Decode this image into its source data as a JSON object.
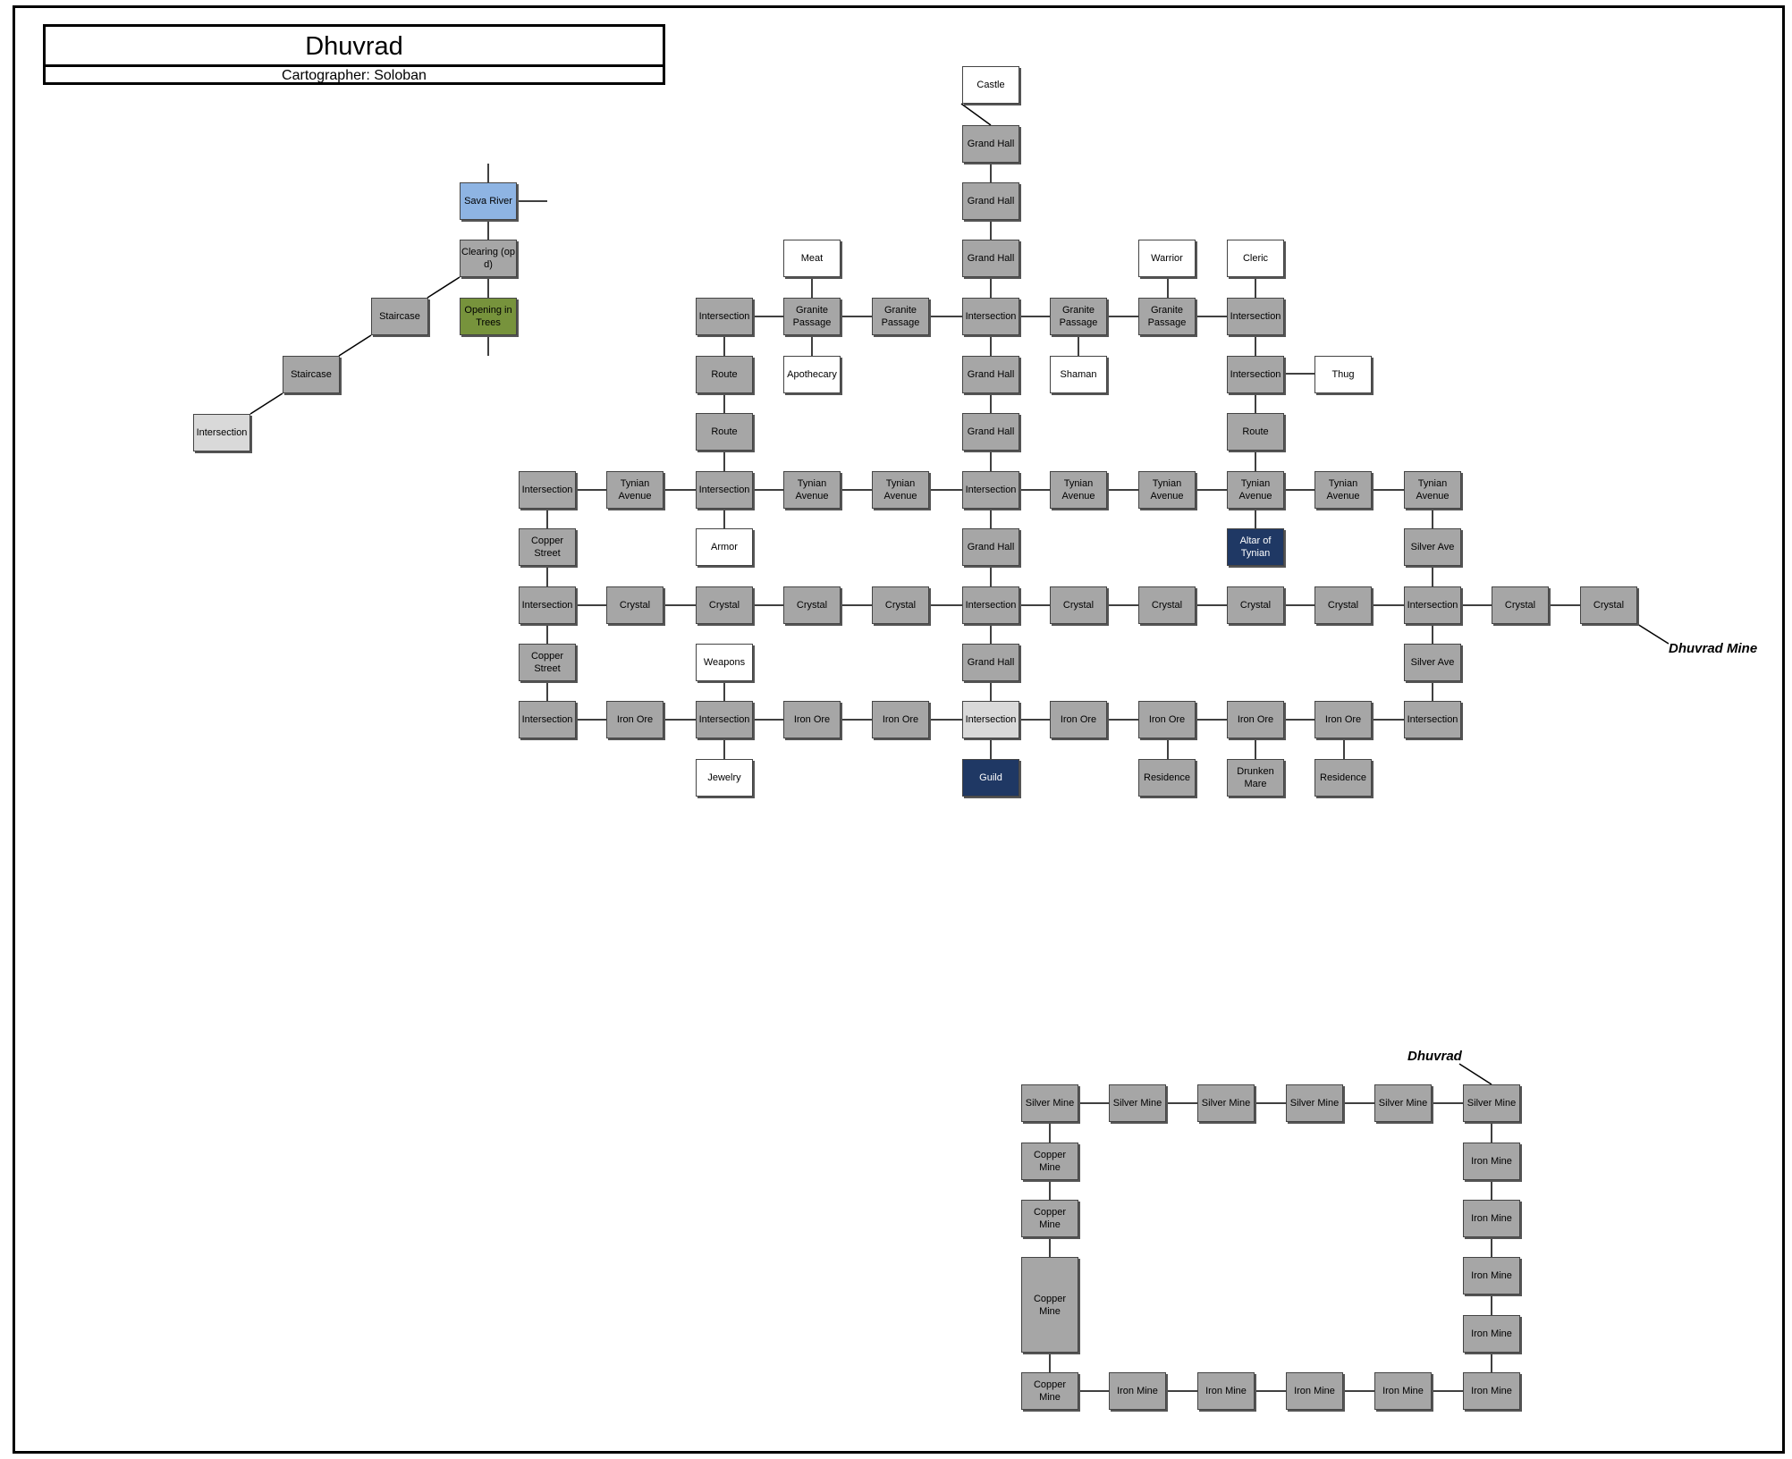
{
  "title": "Dhuvrad",
  "subtitle": "Cartographer: Soloban",
  "colors": {
    "gray": "#a6a6a6",
    "white": "#ffffff",
    "light": "#d9d9d9",
    "blue": "#8eb4e3",
    "green": "#77933c",
    "navy": "#1f3864"
  },
  "exits": {
    "mine": "Dhuvrad Mine",
    "town": "Dhuvrad"
  },
  "rooms": {
    "castle": {
      "label": "Castle",
      "color": "white"
    },
    "gh1": {
      "label": "Grand Hall",
      "color": "gray"
    },
    "gh2": {
      "label": "Grand Hall",
      "color": "gray"
    },
    "gh3": {
      "label": "Grand Hall",
      "color": "gray"
    },
    "sava": {
      "label": "Sava River",
      "color": "blue"
    },
    "clearing": {
      "label": "Clearing (op d)",
      "color": "gray"
    },
    "opening": {
      "label": "Opening in Trees",
      "color": "green"
    },
    "stair1": {
      "label": "Staircase",
      "color": "gray"
    },
    "stair2": {
      "label": "Staircase",
      "color": "gray"
    },
    "int_w": {
      "label": "Intersection",
      "color": "light"
    },
    "meat": {
      "label": "Meat",
      "color": "white"
    },
    "warrior": {
      "label": "Warrior",
      "color": "white"
    },
    "cleric": {
      "label": "Cleric",
      "color": "white"
    },
    "int_r1a": {
      "label": "Intersection",
      "color": "gray"
    },
    "gp1": {
      "label": "Granite Passage",
      "color": "gray"
    },
    "gp2": {
      "label": "Granite Passage",
      "color": "gray"
    },
    "int_r1c": {
      "label": "Intersection",
      "color": "gray"
    },
    "gp3": {
      "label": "Granite Passage",
      "color": "gray"
    },
    "gp4": {
      "label": "Granite Passage",
      "color": "gray"
    },
    "int_r1e": {
      "label": "Intersection",
      "color": "gray"
    },
    "route1": {
      "label": "Route",
      "color": "gray"
    },
    "apothecary": {
      "label": "Apothecary",
      "color": "white"
    },
    "gh4": {
      "label": "Grand Hall",
      "color": "gray"
    },
    "shaman": {
      "label": "Shaman",
      "color": "white"
    },
    "int_r2e": {
      "label": "Intersection",
      "color": "gray"
    },
    "thug": {
      "label": "Thug",
      "color": "white"
    },
    "route2": {
      "label": "Route",
      "color": "gray"
    },
    "gh5": {
      "label": "Grand Hall",
      "color": "gray"
    },
    "route3": {
      "label": "Route",
      "color": "gray"
    },
    "int_t1": {
      "label": "Intersection",
      "color": "gray"
    },
    "ta1": {
      "label": "Tynian Avenue",
      "color": "gray"
    },
    "int_t2": {
      "label": "Intersection",
      "color": "gray"
    },
    "ta2": {
      "label": "Tynian Avenue",
      "color": "gray"
    },
    "ta3": {
      "label": "Tynian Avenue",
      "color": "gray"
    },
    "int_t3": {
      "label": "Intersection",
      "color": "gray"
    },
    "ta4": {
      "label": "Tynian Avenue",
      "color": "gray"
    },
    "ta5": {
      "label": "Tynian Avenue",
      "color": "gray"
    },
    "ta6": {
      "label": "Tynian Avenue",
      "color": "gray"
    },
    "ta7": {
      "label": "Tynian Avenue",
      "color": "gray"
    },
    "ta8": {
      "label": "Tynian Avenue",
      "color": "gray"
    },
    "cs1": {
      "label": "Copper Street",
      "color": "gray"
    },
    "armor": {
      "label": "Armor",
      "color": "white"
    },
    "gh6": {
      "label": "Grand Hall",
      "color": "gray"
    },
    "altar": {
      "label": "Altar of Tynian",
      "color": "navy"
    },
    "sa1": {
      "label": "Silver Ave",
      "color": "gray"
    },
    "int_c1": {
      "label": "Intersection",
      "color": "gray"
    },
    "cr1": {
      "label": "Crystal",
      "color": "gray"
    },
    "cr2": {
      "label": "Crystal",
      "color": "gray"
    },
    "cr3": {
      "label": "Crystal",
      "color": "gray"
    },
    "cr4": {
      "label": "Crystal",
      "color": "gray"
    },
    "int_c2": {
      "label": "Intersection",
      "color": "gray"
    },
    "cr5": {
      "label": "Crystal",
      "color": "gray"
    },
    "cr6": {
      "label": "Crystal",
      "color": "gray"
    },
    "cr7": {
      "label": "Crystal",
      "color": "gray"
    },
    "cr8": {
      "label": "Crystal",
      "color": "gray"
    },
    "int_c3": {
      "label": "Intersection",
      "color": "gray"
    },
    "cr9": {
      "label": "Crystal",
      "color": "gray"
    },
    "cr10": {
      "label": "Crystal",
      "color": "gray"
    },
    "cs2": {
      "label": "Copper Street",
      "color": "gray"
    },
    "weapons": {
      "label": "Weapons",
      "color": "white"
    },
    "gh7": {
      "label": "Grand Hall",
      "color": "gray"
    },
    "sa2": {
      "label": "Silver Ave",
      "color": "gray"
    },
    "int_i1": {
      "label": "Intersection",
      "color": "gray"
    },
    "io1": {
      "label": "Iron Ore",
      "color": "gray"
    },
    "int_i2": {
      "label": "Intersection",
      "color": "gray"
    },
    "io2": {
      "label": "Iron Ore",
      "color": "gray"
    },
    "io3": {
      "label": "Iron Ore",
      "color": "gray"
    },
    "int_i3": {
      "label": "Intersection",
      "color": "light"
    },
    "io4": {
      "label": "Iron Ore",
      "color": "gray"
    },
    "io5": {
      "label": "Iron Ore",
      "color": "gray"
    },
    "io6": {
      "label": "Iron Ore",
      "color": "gray"
    },
    "io7": {
      "label": "Iron Ore",
      "color": "gray"
    },
    "int_i4": {
      "label": "Intersection",
      "color": "gray"
    },
    "jewelry": {
      "label": "Jewelry",
      "color": "white"
    },
    "guild": {
      "label": "Guild",
      "color": "navy"
    },
    "res1": {
      "label": "Residence",
      "color": "gray"
    },
    "drunken": {
      "label": "Drunken Mare",
      "color": "gray"
    },
    "res2": {
      "label": "Residence",
      "color": "gray"
    },
    "sm1": {
      "label": "Silver Mine",
      "color": "gray"
    },
    "sm2": {
      "label": "Silver Mine",
      "color": "gray"
    },
    "sm3": {
      "label": "Silver Mine",
      "color": "gray"
    },
    "sm4": {
      "label": "Silver Mine",
      "color": "gray"
    },
    "sm5": {
      "label": "Silver Mine",
      "color": "gray"
    },
    "sm6": {
      "label": "Silver Mine",
      "color": "gray"
    },
    "cm1": {
      "label": "Copper Mine",
      "color": "gray"
    },
    "cm2": {
      "label": "Copper Mine",
      "color": "gray"
    },
    "cm3": {
      "label": "Copper Mine",
      "color": "gray"
    },
    "cm4": {
      "label": "Copper Mine",
      "color": "gray"
    },
    "im_r1": {
      "label": "Iron Mine",
      "color": "gray"
    },
    "im_r2": {
      "label": "Iron Mine",
      "color": "gray"
    },
    "im_r3": {
      "label": "Iron Mine",
      "color": "gray"
    },
    "im_r4": {
      "label": "Iron Mine",
      "color": "gray"
    },
    "im_b1": {
      "label": "Iron Mine",
      "color": "gray"
    },
    "im_b2": {
      "label": "Iron Mine",
      "color": "gray"
    },
    "im_b3": {
      "label": "Iron Mine",
      "color": "gray"
    },
    "im_b4": {
      "label": "Iron Mine",
      "color": "gray"
    },
    "im_b5": {
      "label": "Iron Mine",
      "color": "gray"
    }
  }
}
